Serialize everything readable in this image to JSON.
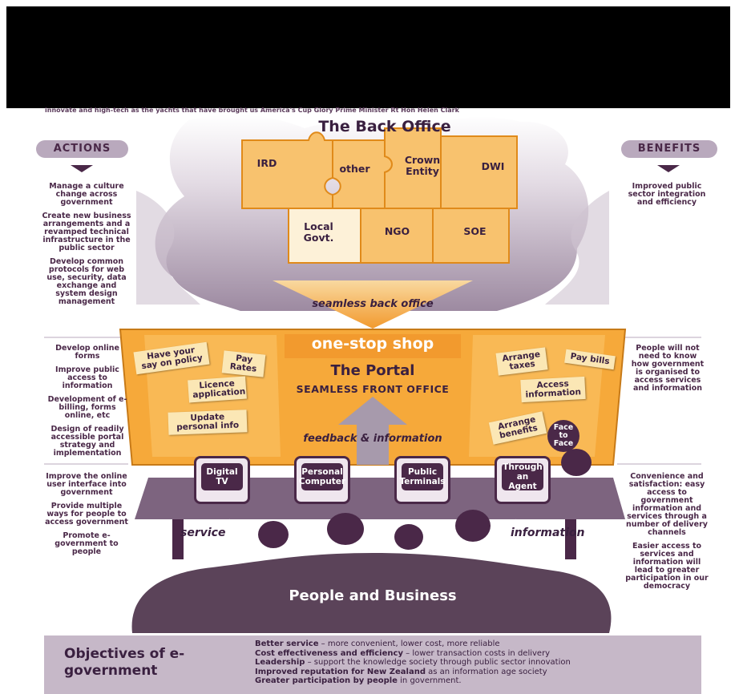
{
  "subtitle": "innovate and high-tech as the yachts that have brought us America's Cup Glory  Prime Minister Rt Hon Helen Clark",
  "colors": {
    "purple": "#4a2848",
    "orange": "#f6a93a",
    "lavender": "#b9a9bd",
    "cream": "#fbe7b5"
  },
  "back_office": {
    "title": "The Back Office",
    "pieces": [
      "IRD",
      "other",
      "Crown Entity",
      "DWI",
      "Local Govt.",
      "NGO",
      "SOE"
    ],
    "arrow_label": "seamless back office"
  },
  "actions": {
    "heading": "ACTIONS",
    "top": [
      "Manage a culture change across government",
      "Create new business arrangements and a revamped technical infrastructure in the public sector",
      "Develop common protocols for web use, security, data exchange and system design management"
    ],
    "middle": [
      "Develop online forms",
      "Improve public access to information",
      "Development of e-billing, forms online, etc",
      "Design of readily accessible portal strategy and implementation"
    ],
    "bottom": [
      "Improve the online user interface into government",
      "Provide multiple ways for people to access government",
      "Promote e-government to people"
    ]
  },
  "benefits": {
    "heading": "BENEFITS",
    "top": [
      "Improved public sector integration and efficiency"
    ],
    "middle": [
      "People will not need to know how government is organised to access services and information"
    ],
    "bottom": [
      "Convenience and satisfaction: easy access to government information and services through a number of delivery channels",
      "Easier access to services and information will lead to greater participation in our democracy"
    ]
  },
  "portal": {
    "banner": "one-stop shop",
    "title": "The Portal",
    "subtitle": "SEAMLESS FRONT OFFICE",
    "feedback": "feedback & information",
    "notes_left": [
      "Have your say on policy",
      "Pay Rates",
      "Licence application",
      "Update personal info"
    ],
    "notes_right": [
      "Arrange taxes",
      "Pay bills",
      "Access information",
      "Arrange benefits"
    ],
    "face": "Face to Face"
  },
  "channels": [
    "Digital TV",
    "Personal Computer",
    "Public Terminals",
    "Through an Agent"
  ],
  "service_label": "service",
  "information_label": "information",
  "people_label": "People and Business",
  "objectives": {
    "title": "Objectives of e-government",
    "items": [
      {
        "bold": "Better service",
        "rest": " – more convenient, lower cost, more reliable"
      },
      {
        "bold": "Cost effectiveness and efficiency",
        "rest": " – lower transaction costs in delivery"
      },
      {
        "bold": "Leadership",
        "rest": " – support the knowledge society through public sector innovation"
      },
      {
        "bold": "Improved reputation for New Zealand",
        "rest": " as an information age society"
      },
      {
        "bold": "Greater participation by people",
        "rest": " in government."
      }
    ]
  }
}
